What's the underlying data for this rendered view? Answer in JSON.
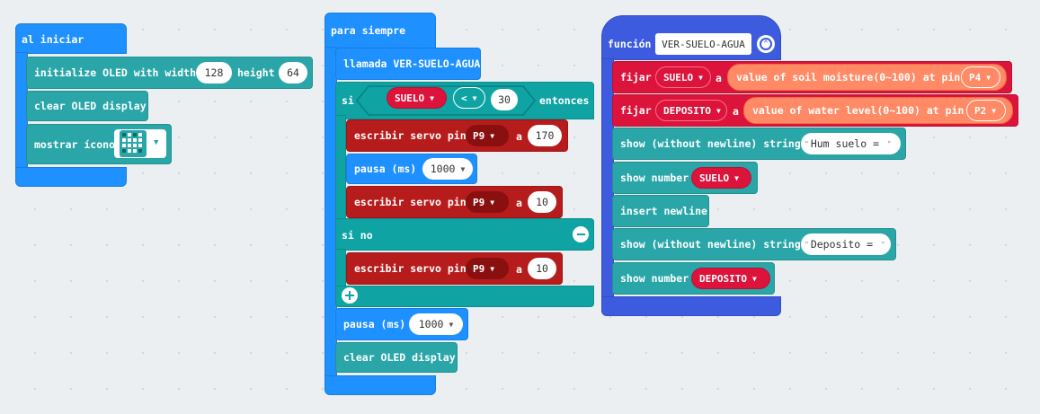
{
  "colors": {
    "event_blue": "#1e90ff",
    "oled_teal": "#2aa6a8",
    "logic_teal": "#0fa3a3",
    "pins_red": "#b71c1c",
    "variable_crimson": "#dc143c",
    "function_royal": "#3c5bde",
    "sensor_orange": "#ff8a65",
    "workspace_bg": "#eceff1"
  },
  "on_start": {
    "hat_label": "al iniciar",
    "init_oled": {
      "label": "initialize OLED with width",
      "width_value": "128",
      "height_label": "height",
      "height_value": "64"
    },
    "clear_label": "clear OLED display",
    "show_icon": {
      "label": "mostrar ícono",
      "icon": "heart-icon"
    }
  },
  "forever": {
    "hat_label": "para siempre",
    "call_label": "llamada VER-SUELO-AGUA",
    "if": {
      "si_label": "si",
      "variable": "SUELO",
      "operator": "<",
      "compare_value": "30",
      "then_label": "entonces",
      "servo1": {
        "label": "escribir servo pin",
        "pin": "P9",
        "a_label": "a",
        "value": "170"
      },
      "pause": {
        "label": "pausa (ms)",
        "value": "1000"
      },
      "servo2": {
        "label": "escribir servo pin",
        "pin": "P9",
        "a_label": "a",
        "value": "10"
      },
      "else_label": "si no",
      "servo3": {
        "label": "escribir servo pin",
        "pin": "P9",
        "a_label": "a",
        "value": "10"
      }
    },
    "pause": {
      "label": "pausa (ms)",
      "value": "1000"
    },
    "clear_label": "clear OLED display"
  },
  "function": {
    "hat_label": "función",
    "name": "VER-SUELO-AGUA",
    "set1": {
      "label": "fijar",
      "variable": "SUELO",
      "a_label": "a",
      "reporter": "value of soil moisture(0~100) at pin",
      "pin": "P4"
    },
    "set2": {
      "label": "fijar",
      "variable": "DEPOSITO",
      "a_label": "a",
      "reporter": "value of water level(0~100) at pin",
      "pin": "P2"
    },
    "show_string1": {
      "label": "show (without newline) string",
      "value": "Hum suelo = "
    },
    "show_number1": {
      "label": "show number",
      "variable": "SUELO"
    },
    "newline_label": "insert newline",
    "show_string2": {
      "label": "show (without newline) string",
      "value": "Deposito = "
    },
    "show_number2": {
      "label": "show number",
      "variable": "DEPOSITO"
    }
  }
}
